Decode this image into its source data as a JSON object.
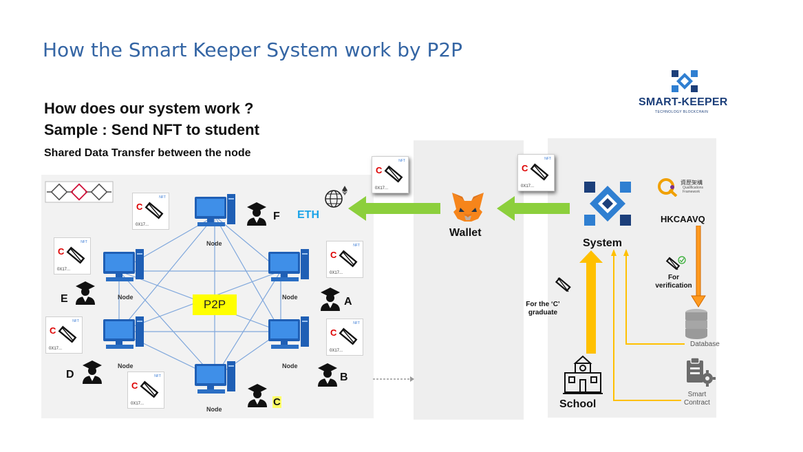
{
  "slide": {
    "title": "How the Smart Keeper System work by P2P",
    "heading_line1": "How does our system work ?",
    "heading_line2": "Sample : Send NFT to student",
    "heading_line3": "Shared Data Transfer between the node"
  },
  "logo": {
    "name": "SMART-KEEPER",
    "tagline": "TECHNOLOGY BLOCKCHAIN"
  },
  "network": {
    "center_label": "P2P",
    "node_label": "Node",
    "students": [
      "F",
      "A",
      "B",
      "C",
      "D",
      "E"
    ]
  },
  "nft": {
    "tag": "NFT",
    "code": "0X17...",
    "letter": "C"
  },
  "eth_label": "ETH",
  "wallet_label": "Wallet",
  "system_label": "System",
  "qf": {
    "org": "HKCAAVQ",
    "cn": "資歷架構",
    "en_line1": "Qualifications",
    "en_line2": "Framework"
  },
  "verification_line1": "For",
  "verification_line2": "verification",
  "graduate_line1": "For the ‘C’",
  "graduate_line2": "graduate",
  "school_label": "School",
  "database_label": "Database",
  "smart_contract_line1": "Smart",
  "smart_contract_line2": "Contract",
  "colors": {
    "title_blue": "#3465a4",
    "arrow_green": "#8ccf3c",
    "arrow_yellow": "#ffc000",
    "arrow_orange": "#ff7f00",
    "eth_blue": "#1aa3e8",
    "highlight": "#ffff00"
  }
}
